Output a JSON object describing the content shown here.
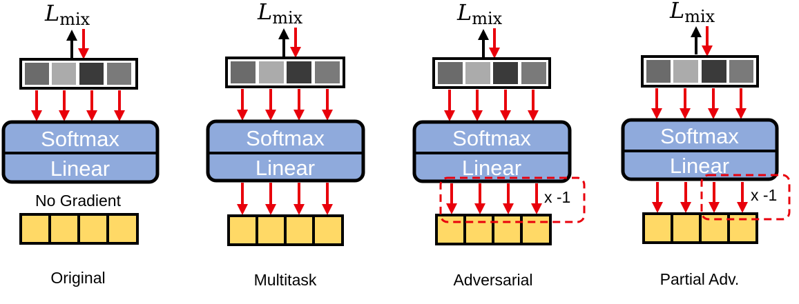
{
  "colors": {
    "arrow_red": "#e8000b",
    "arrow_black": "#000000",
    "layer_fill": "#8faadc",
    "layer_text": "#ffffff",
    "feature_fill": "#ffd966",
    "dashed_box": "#e8000b",
    "cell_shades": [
      "#6b6b6b",
      "#ababab",
      "#3a3a3a",
      "#7a7a7a"
    ]
  },
  "loss_symbol": "L",
  "loss_subscript": "mix",
  "layer_labels": {
    "top": "Softmax",
    "bottom": "Linear"
  },
  "reverse_label": "x -1",
  "no_gradient_label": "No Gradient",
  "panels": [
    {
      "caption": "Original",
      "gradient": "none"
    },
    {
      "caption": "Multitask",
      "gradient": "full"
    },
    {
      "caption": "Adversarial",
      "gradient": "reversed-all"
    },
    {
      "caption": "Partial Adv.",
      "gradient": "reversed-partial"
    }
  ]
}
